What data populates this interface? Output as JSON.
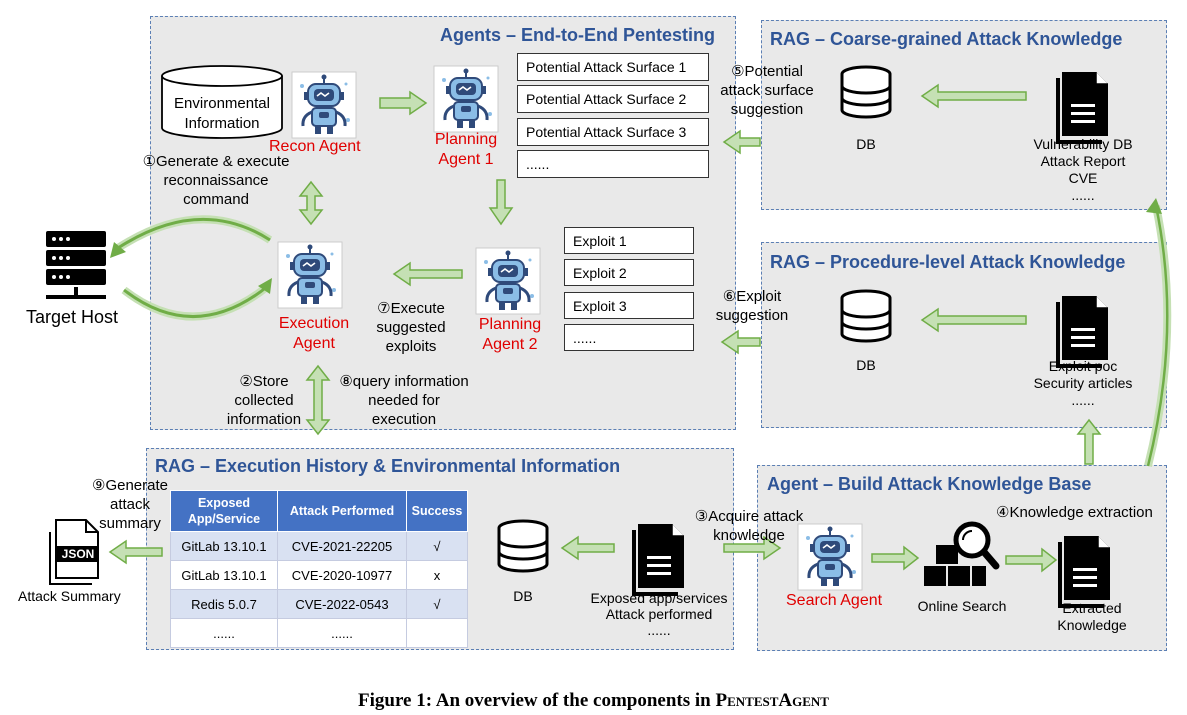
{
  "panels": {
    "agents": "Agents – End-to-End Pentesting",
    "rag_coarse": "RAG – Coarse-grained Attack Knowledge",
    "rag_procedure": "RAG – Procedure-level Attack Knowledge",
    "rag_history": "RAG – Execution History & Environmental Information",
    "build_kb": "Agent – Build Attack Knowledge Base"
  },
  "agents": {
    "env_info_line1": "Environmental",
    "env_info_line2": "Information",
    "recon": "Recon Agent",
    "planning1_line1": "Planning",
    "planning1_line2": "Agent 1",
    "planning2_line1": "Planning",
    "planning2_line2": "Agent 2",
    "execution_line1": "Execution",
    "execution_line2": "Agent",
    "search": "Search Agent"
  },
  "surfaces": [
    "Potential Attack Surface 1",
    "Potential Attack Surface 2",
    "Potential Attack Surface 3",
    "......"
  ],
  "exploits": [
    "Exploit 1",
    "Exploit 2",
    "Exploit 3",
    "......"
  ],
  "target_host": "Target Host",
  "steps": {
    "s1": [
      "①Generate & execute",
      "reconnaissance",
      "command"
    ],
    "s2": [
      "②Store",
      "collected",
      "information"
    ],
    "s3": [
      "③Acquire attack",
      "knowledge"
    ],
    "s4": "④Knowledge extraction",
    "s5": [
      "⑤Potential",
      "attack surface",
      "suggestion"
    ],
    "s6": [
      "⑥Exploit",
      "suggestion"
    ],
    "s7": [
      "⑦Execute",
      "suggested",
      "exploits"
    ],
    "s8": [
      "⑧query information",
      "needed for",
      "execution"
    ],
    "s9": [
      "⑨Generate",
      "attack",
      "summary"
    ]
  },
  "coarse": {
    "db": "DB",
    "doc_lines": [
      "Vulnerability DB",
      "Attack Report",
      "CVE",
      "......"
    ]
  },
  "procedure": {
    "db": "DB",
    "doc_lines": [
      "Exploit poc",
      "Security articles",
      "......"
    ]
  },
  "history": {
    "db": "DB",
    "doc_lines": [
      "Exposed app/services",
      "Attack performed",
      "......"
    ],
    "table_headers": [
      "Exposed App/Service",
      "Attack Performed",
      "Success"
    ],
    "rows": [
      [
        "GitLab 13.10.1",
        "CVE-2021-22205",
        "√"
      ],
      [
        "GitLab 13.10.1",
        "CVE-2020-10977",
        "x"
      ],
      [
        "Redis 5.0.7",
        "CVE-2022-0543",
        "√"
      ],
      [
        "......",
        "......",
        ""
      ]
    ]
  },
  "build": {
    "online_search": "Online Search",
    "extracted_line1": "Extracted",
    "extracted_line2": "Knowledge"
  },
  "json_icon_text": "JSON",
  "attack_summary": "Attack Summary",
  "caption": {
    "prefix": "Figure 1: An overview of the components in ",
    "name": "PentestAgent"
  },
  "colors": {
    "panel_title": "#2f5597",
    "agent_label": "#e00000",
    "arrow_fill": "#c5e0b4",
    "arrow_stroke": "#70ad47",
    "table_header": "#4472c4",
    "robot_body": "#8bbde6",
    "robot_dark": "#2f4a7a"
  }
}
